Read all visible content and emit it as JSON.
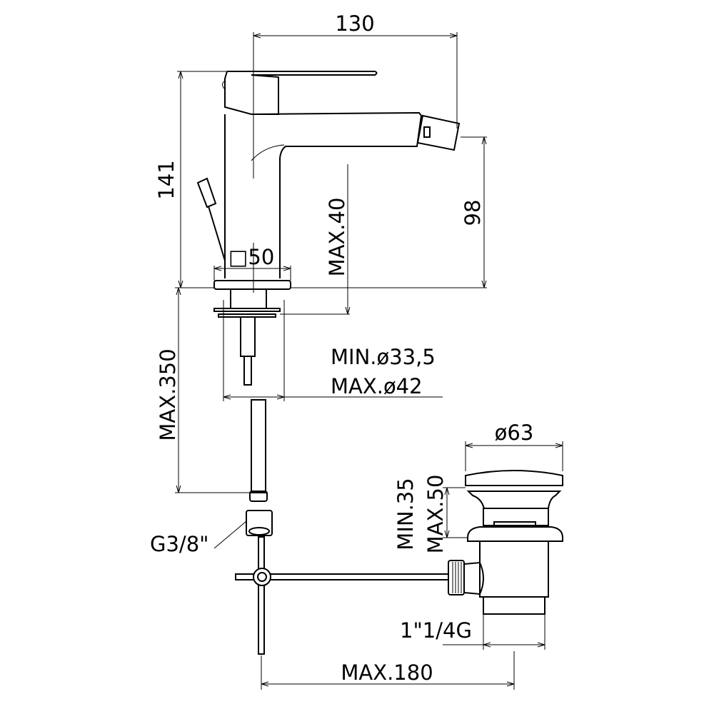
{
  "title": "Bidet mixer technical drawing",
  "dimensions": {
    "width_overall": "130",
    "height_overall": "141",
    "spout_height": "98",
    "max_deck_thickness": "MAX.40",
    "base_size": "□50",
    "max_supply_length": "MAX.350",
    "hole_min": "MIN.ø33,5",
    "hole_max": "MAX.ø42",
    "supply_thread": "G3/8\"",
    "drain_diameter": "ø63",
    "drain_min": "MIN.35",
    "drain_max": "MAX.50",
    "drain_thread": "1\"1/4G",
    "rod_max": "MAX.180"
  }
}
